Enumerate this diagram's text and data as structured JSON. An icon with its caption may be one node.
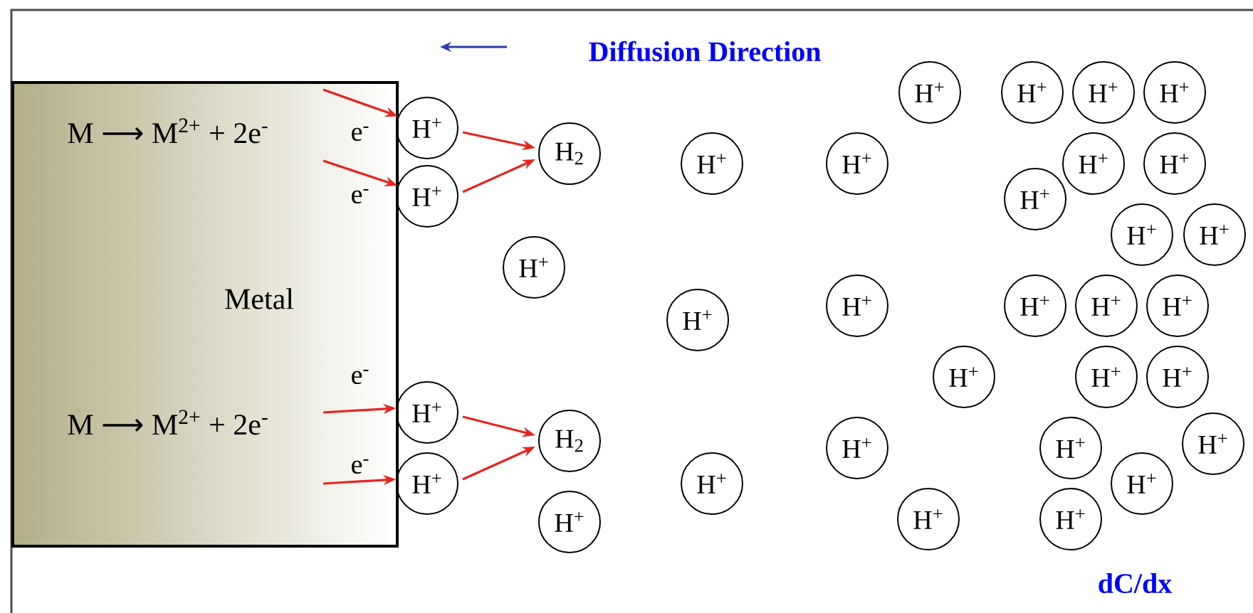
{
  "diagram": {
    "nodes": [
      {
        "text": [
          "M ⟶ M$^{2+}$ + 2e$^{-}$",
          "Metal",
          "M ⟶ M$^{2+}$ + 2e$^{-}$"
        ]
      },
      {
        "text": [
          "H$^{+}$"
        ]
      },
      {
        "text": [
          "H$^{+}$"
        ]
      },
      {
        "text": [
          "H$_{2}$"
        ]
      },
      {
        "text": [
          "H$^{+}$"
        ]
      },
      {
        "text": [
          "H$^{+}$"
        ]
      },
      {
        "text": [
          "H$^{+}$"
        ]
      },
      {
        "text": [
          "H$_{2}$"
        ]
      },
      {
        "text": [
          "H$^{+}$"
        ]
      },
      {
        "text": [
          "H$^{+}$"
        ]
      },
      {
        "text": [
          "H$^{+}$"
        ]
      },
      {
        "text": [
          "H$^{+}$"
        ]
      },
      {
        "text": [
          "H$^{+}$"
        ]
      },
      {
        "text": [
          "H$^{+}$"
        ]
      },
      {
        "text": [
          "H$^{+}$"
        ]
      },
      {
        "text": [
          "H$^{+}$"
        ]
      },
      {
        "text": [
          "H$^{+}$"
        ]
      },
      {
        "text": [
          "H$^{+}$"
        ]
      },
      {
        "text": [
          "H$^{+}$"
        ]
      },
      {
        "text": [
          "H$^{+}$"
        ]
      },
      {
        "text": [
          "H$^{+}$"
        ]
      },
      {
        "text": [
          "H$^{+}$"
        ]
      },
      {
        "text": [
          "H$^{+}$"
        ]
      },
      {
        "text": [
          "H$^{+}$"
        ]
      },
      {
        "text": [
          "H$^{+}$"
        ]
      },
      {
        "text": [
          "H$^{+}$"
        ]
      },
      {
        "text": [
          "H$^{+}$"
        ]
      },
      {
        "text": [
          "H$^{+}$"
        ]
      },
      {
        "text": [
          "H$^{+}$"
        ]
      },
      {
        "text": [
          "H$^{+}$"
        ]
      },
      {
        "text": [
          "H$^{+}$"
        ]
      },
      {
        "text": [
          "H$^{+}$"
        ]
      },
      {
        "text": [
          "H$^{+}$"
        ]
      },
      {
        "text": [
          "H$^{+}$"
        ]
      },
      {
        "text": [
          "H$^{+}$"
        ]
      }
    ],
    "edges": [
      {
        "from": 0,
        "to": 1,
        "arrow": "to"
      },
      {
        "from": 0,
        "to": 2,
        "arrow": "to"
      },
      {
        "from": 1,
        "to": 3,
        "arrow": "to"
      },
      {
        "from": 2,
        "to": 3,
        "arrow": "to"
      },
      {
        "from": 0,
        "to": 5,
        "arrow": "to"
      },
      {
        "from": 0,
        "to": 6,
        "arrow": "to"
      },
      {
        "from": 5,
        "to": 7,
        "arrow": "to"
      },
      {
        "from": 6,
        "to": 7,
        "arrow": "to"
      }
    ],
    "labels": [
      "Diffusion Direction",
      "e$^{-}$",
      "e$^{-}$",
      "e$^{-}$",
      "e$^{-}$",
      "dC/dx"
    ]
  }
}
